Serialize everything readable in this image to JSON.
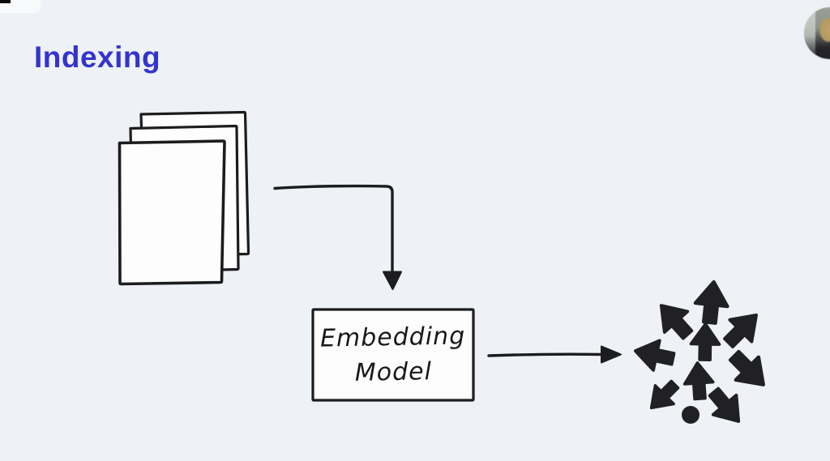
{
  "slide": {
    "title": "Indexing"
  },
  "colors": {
    "background": "#eef1f5",
    "title_blue": "#3334cb",
    "ink": "#1c1c1e",
    "paper_fill": "#fdfdfe"
  },
  "embedding_box": {
    "line1": "Embedding",
    "line2": "Model"
  },
  "diagram": {
    "document_stack": {
      "icon": "document-stack-icon",
      "page_count": 3
    },
    "vector_cluster": {
      "icon": "vector-arrows-icon",
      "arrow_count": 9,
      "has_dot": true
    },
    "arrows": [
      {
        "name": "docs-to-embedding-arrow",
        "shape": "elbow-right-then-down"
      },
      {
        "name": "embedding-to-vectors-arrow",
        "shape": "straight-right"
      }
    ]
  },
  "overlay": {
    "webcam": "presenter-webcam"
  }
}
